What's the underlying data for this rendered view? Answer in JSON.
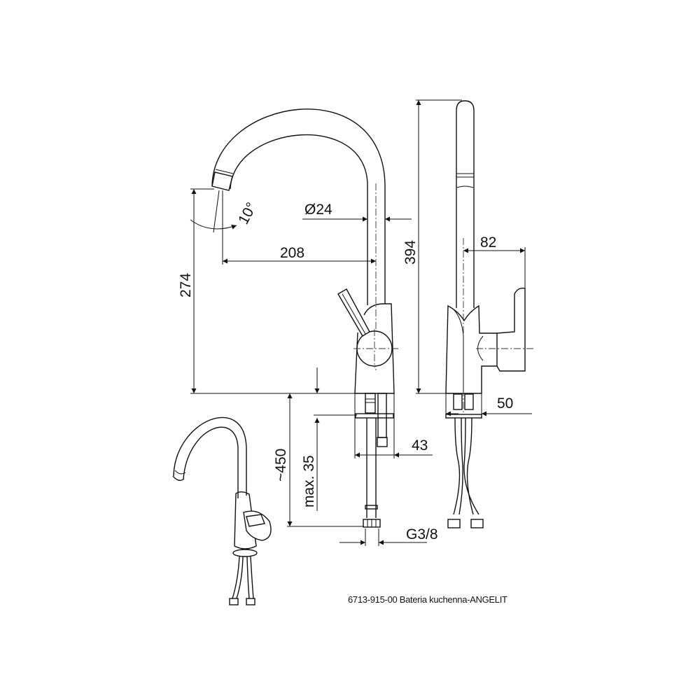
{
  "drawing": {
    "dimensions": {
      "height_outlet": "274",
      "angle": "10°",
      "reach": "208",
      "diameter": "Ø24",
      "total_height": "394",
      "handle_reach": "82",
      "base_width_side": "50",
      "base_width_front": "43",
      "hose_length": "~450",
      "max_deck": "max. 35",
      "thread": "G3/8"
    },
    "caption": "6713-915-00 Bateria kuchenna-ANGELIT"
  }
}
